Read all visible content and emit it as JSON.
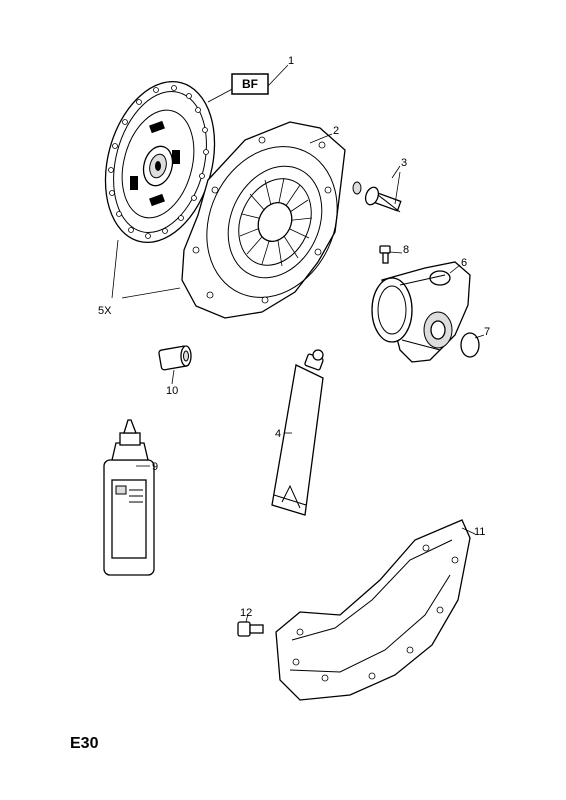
{
  "badge": "BF",
  "page_code": "E30",
  "callouts": {
    "c1": "1",
    "c2": "2",
    "c3": "3",
    "c4": "4",
    "c5x": "5X",
    "c6": "6",
    "c7": "7",
    "c8": "8",
    "c9": "9",
    "c10": "10",
    "c11": "11",
    "c12": "12"
  }
}
